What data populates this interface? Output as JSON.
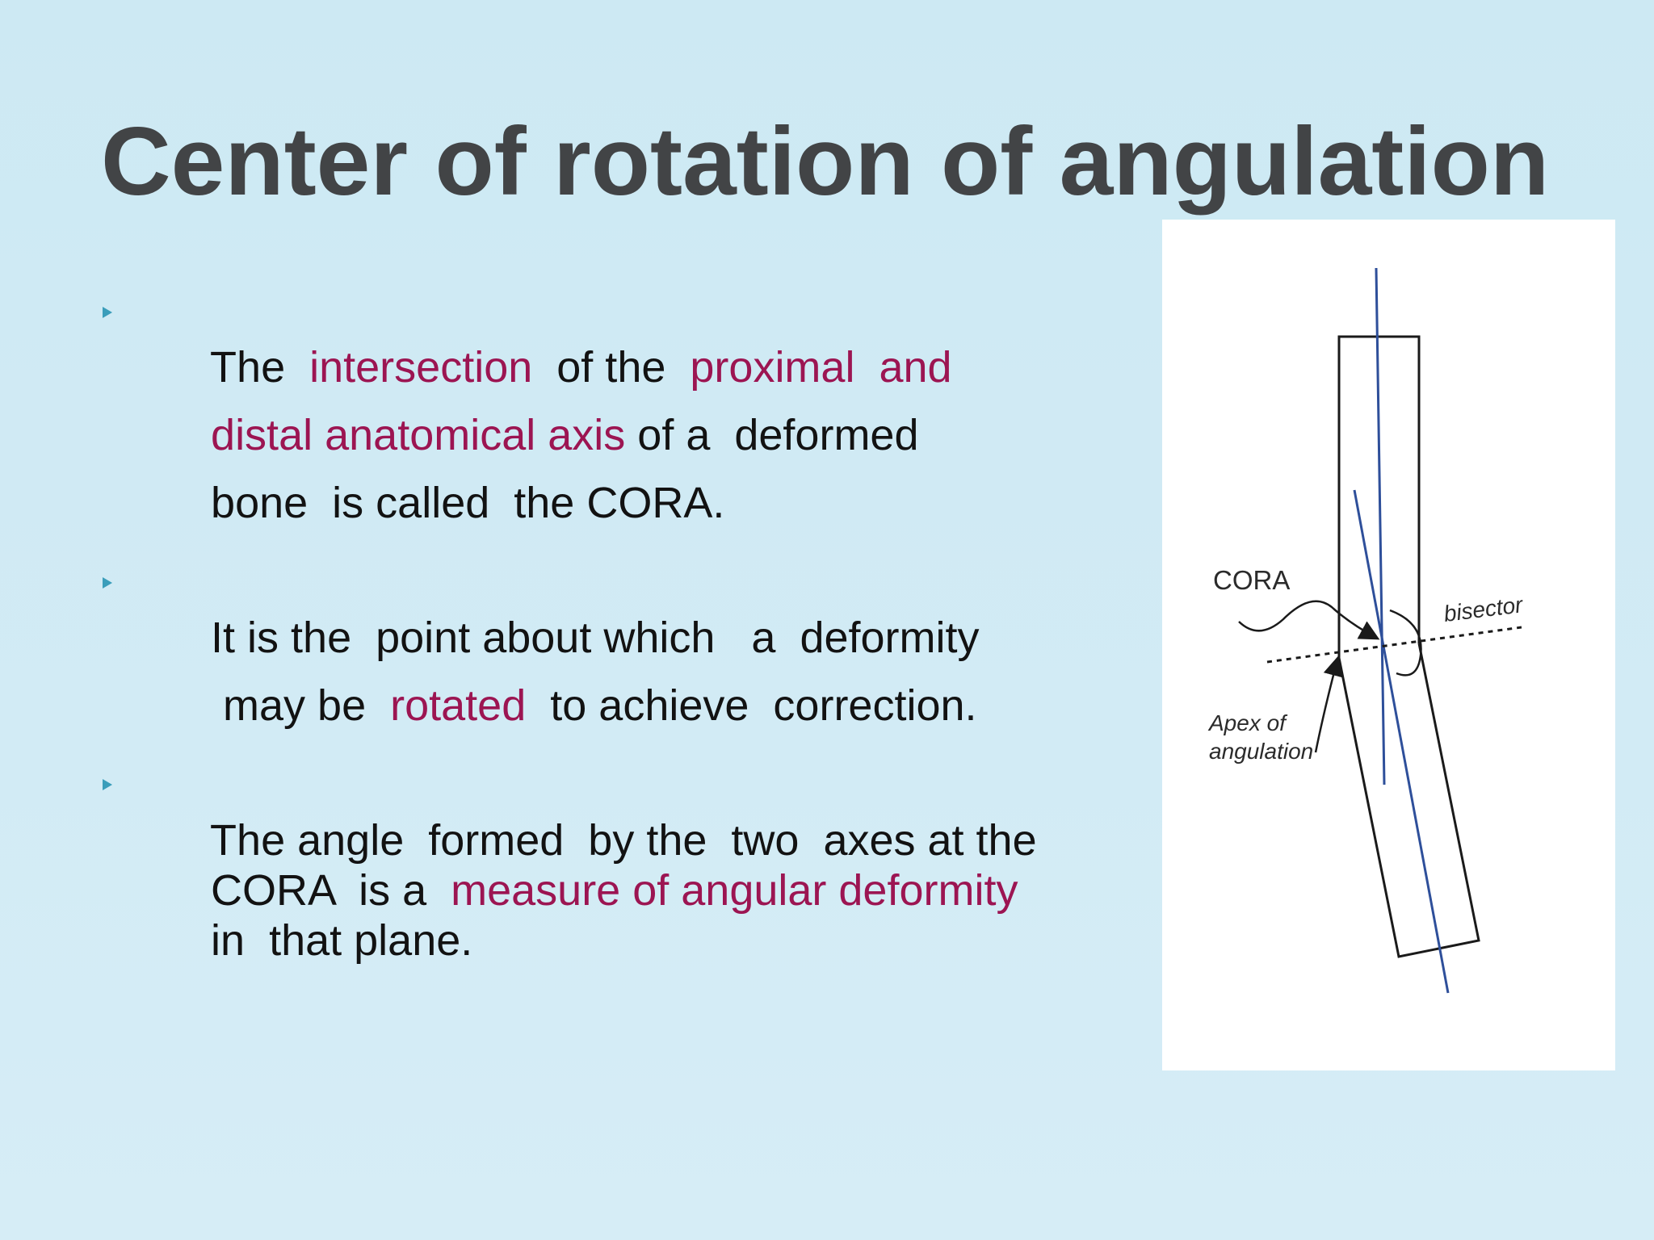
{
  "slide": {
    "title": "Center of rotation of angulation",
    "bullets": [
      {
        "lines": [
          [
            {
              "text": "The  ",
              "highlight": false
            },
            {
              "text": "intersection",
              "highlight": true
            },
            {
              "text": "  of the  ",
              "highlight": false
            },
            {
              "text": "proximal  and",
              "highlight": true
            }
          ],
          [
            {
              "text": "distal anatomical axis",
              "highlight": true
            },
            {
              "text": " of a  deformed",
              "highlight": false
            }
          ],
          [
            {
              "text": "bone  is called  the CORA.",
              "highlight": false
            }
          ]
        ]
      },
      {
        "lines": [
          [
            {
              "text": "It is the  point about which   a  deformity",
              "highlight": false
            }
          ],
          [
            {
              "text": " may be  ",
              "highlight": false
            },
            {
              "text": "rotated",
              "highlight": true
            },
            {
              "text": "  to achieve  correction.",
              "highlight": false
            }
          ]
        ]
      },
      {
        "lines": [
          [
            {
              "text": "The angle  formed  by the  two  axes at the",
              "highlight": false
            }
          ],
          [
            {
              "text": "CORA  is a  ",
              "highlight": false
            },
            {
              "text": "measure of angular deformity",
              "highlight": true
            }
          ],
          [
            {
              "text": "in  that plane.",
              "highlight": false
            }
          ]
        ]
      }
    ],
    "figure": {
      "labels": {
        "cora": "CORA",
        "bisector": "bisector",
        "apex_line1": "Apex of",
        "apex_line2": "angulation"
      },
      "colors": {
        "axis_line": "#2e4f9a",
        "outline": "#1a1a1a"
      }
    }
  },
  "colors": {
    "title": "#424446",
    "body_text": "#121212",
    "highlight": "#9c1552",
    "bullet_marker": "#3a9dba"
  }
}
